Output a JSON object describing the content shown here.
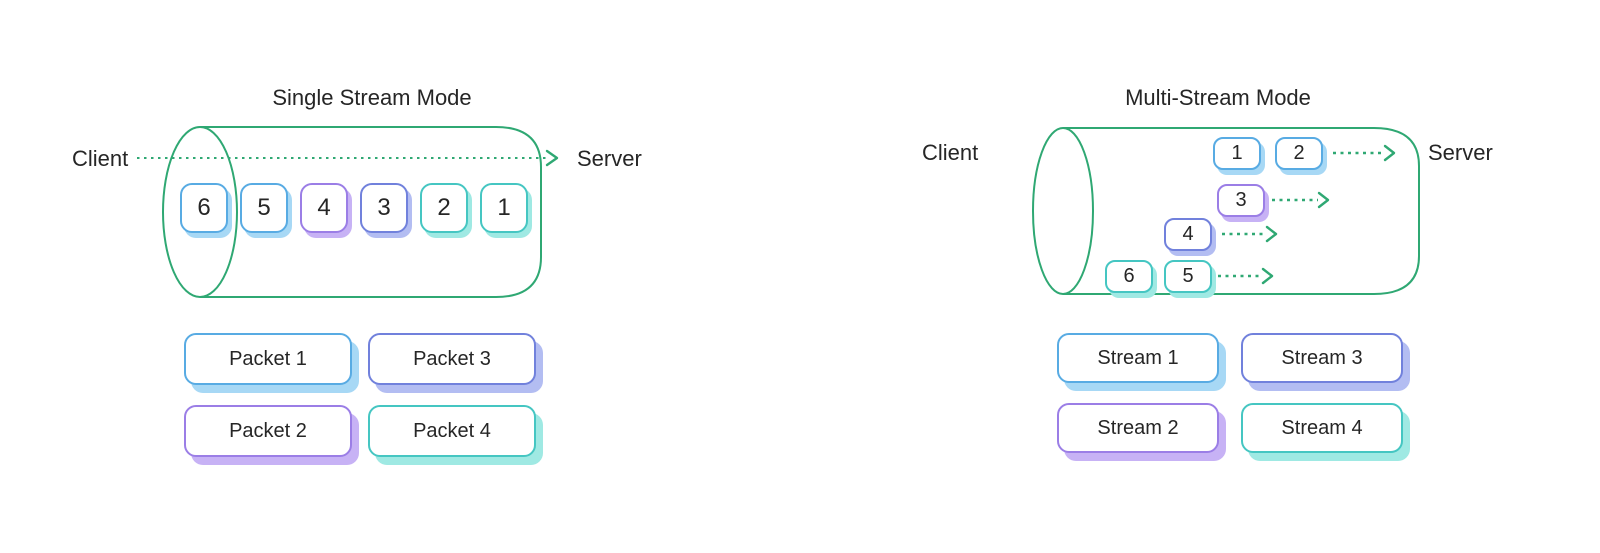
{
  "diagrams": {
    "left": {
      "title": "Single Stream Mode",
      "client_label": "Client",
      "server_label": "Server",
      "tunnel_packets": [
        {
          "label": "6",
          "color": "blue"
        },
        {
          "label": "5",
          "color": "blue"
        },
        {
          "label": "4",
          "color": "purple"
        },
        {
          "label": "3",
          "color": "indigo"
        },
        {
          "label": "2",
          "color": "teal"
        },
        {
          "label": "1",
          "color": "teal"
        }
      ],
      "legend": [
        {
          "label": "Packet 1",
          "color": "blue"
        },
        {
          "label": "Packet 3",
          "color": "indigo"
        },
        {
          "label": "Packet 2",
          "color": "purple"
        },
        {
          "label": "Packet 4",
          "color": "teal"
        }
      ]
    },
    "right": {
      "title": "Multi-Stream Mode",
      "client_label": "Client",
      "server_label": "Server",
      "streams": [
        {
          "boxes": [
            {
              "label": "1",
              "color": "blue"
            },
            {
              "label": "2",
              "color": "blue"
            }
          ]
        },
        {
          "boxes": [
            {
              "label": "3",
              "color": "purple"
            }
          ]
        },
        {
          "boxes": [
            {
              "label": "4",
              "color": "indigo"
            }
          ]
        },
        {
          "boxes": [
            {
              "label": "6",
              "color": "teal"
            },
            {
              "label": "5",
              "color": "teal"
            }
          ]
        }
      ],
      "legend": [
        {
          "label": "Stream 1",
          "color": "blue"
        },
        {
          "label": "Stream 3",
          "color": "indigo"
        },
        {
          "label": "Stream 2",
          "color": "purple"
        },
        {
          "label": "Stream 4",
          "color": "teal"
        }
      ]
    }
  },
  "colors": {
    "tunnel_green": "#2fa873",
    "arrow_green": "#2fa873",
    "blue": "#58abe3",
    "blue_shadow": "#a7d8f5",
    "indigo": "#7181dc",
    "indigo_shadow": "#b3bdf2",
    "purple": "#9b7ee6",
    "purple_shadow": "#c7b2f5",
    "teal": "#45c6c2",
    "teal_shadow": "#9fe9e3",
    "text": "#262626"
  }
}
